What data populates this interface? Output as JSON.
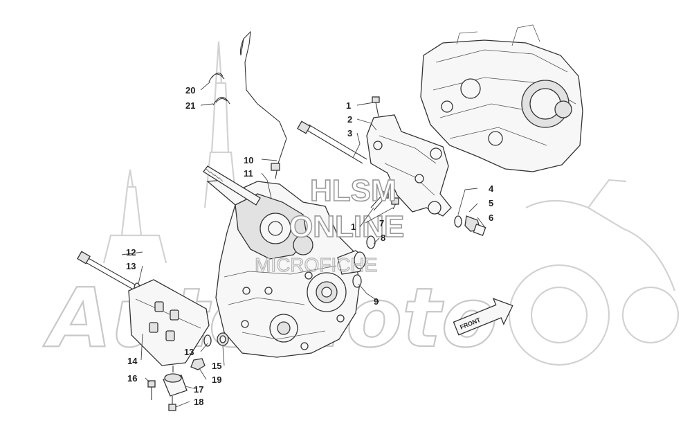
{
  "watermark": {
    "line1": "HLSM",
    "line2": "ONLINE",
    "line3": "MICROFICHE",
    "brand": "AutoMoto"
  },
  "front_arrow": {
    "label": "FRONT"
  },
  "callouts": [
    {
      "id": "c1a",
      "label": "1"
    },
    {
      "id": "c1b",
      "label": "1"
    },
    {
      "id": "c2",
      "label": "2"
    },
    {
      "id": "c3",
      "label": "3"
    },
    {
      "id": "c4",
      "label": "4"
    },
    {
      "id": "c5",
      "label": "5"
    },
    {
      "id": "c6",
      "label": "6"
    },
    {
      "id": "c7",
      "label": "7"
    },
    {
      "id": "c8",
      "label": "8"
    },
    {
      "id": "c9",
      "label": "9"
    },
    {
      "id": "c10",
      "label": "10"
    },
    {
      "id": "c11",
      "label": "11"
    },
    {
      "id": "c12",
      "label": "12"
    },
    {
      "id": "c13a",
      "label": "13"
    },
    {
      "id": "c13b",
      "label": "13"
    },
    {
      "id": "c14",
      "label": "14"
    },
    {
      "id": "c15",
      "label": "15"
    },
    {
      "id": "c16",
      "label": "16"
    },
    {
      "id": "c17",
      "label": "17"
    },
    {
      "id": "c18",
      "label": "18"
    },
    {
      "id": "c19",
      "label": "19"
    },
    {
      "id": "c20",
      "label": "20"
    },
    {
      "id": "c21",
      "label": "21"
    }
  ]
}
